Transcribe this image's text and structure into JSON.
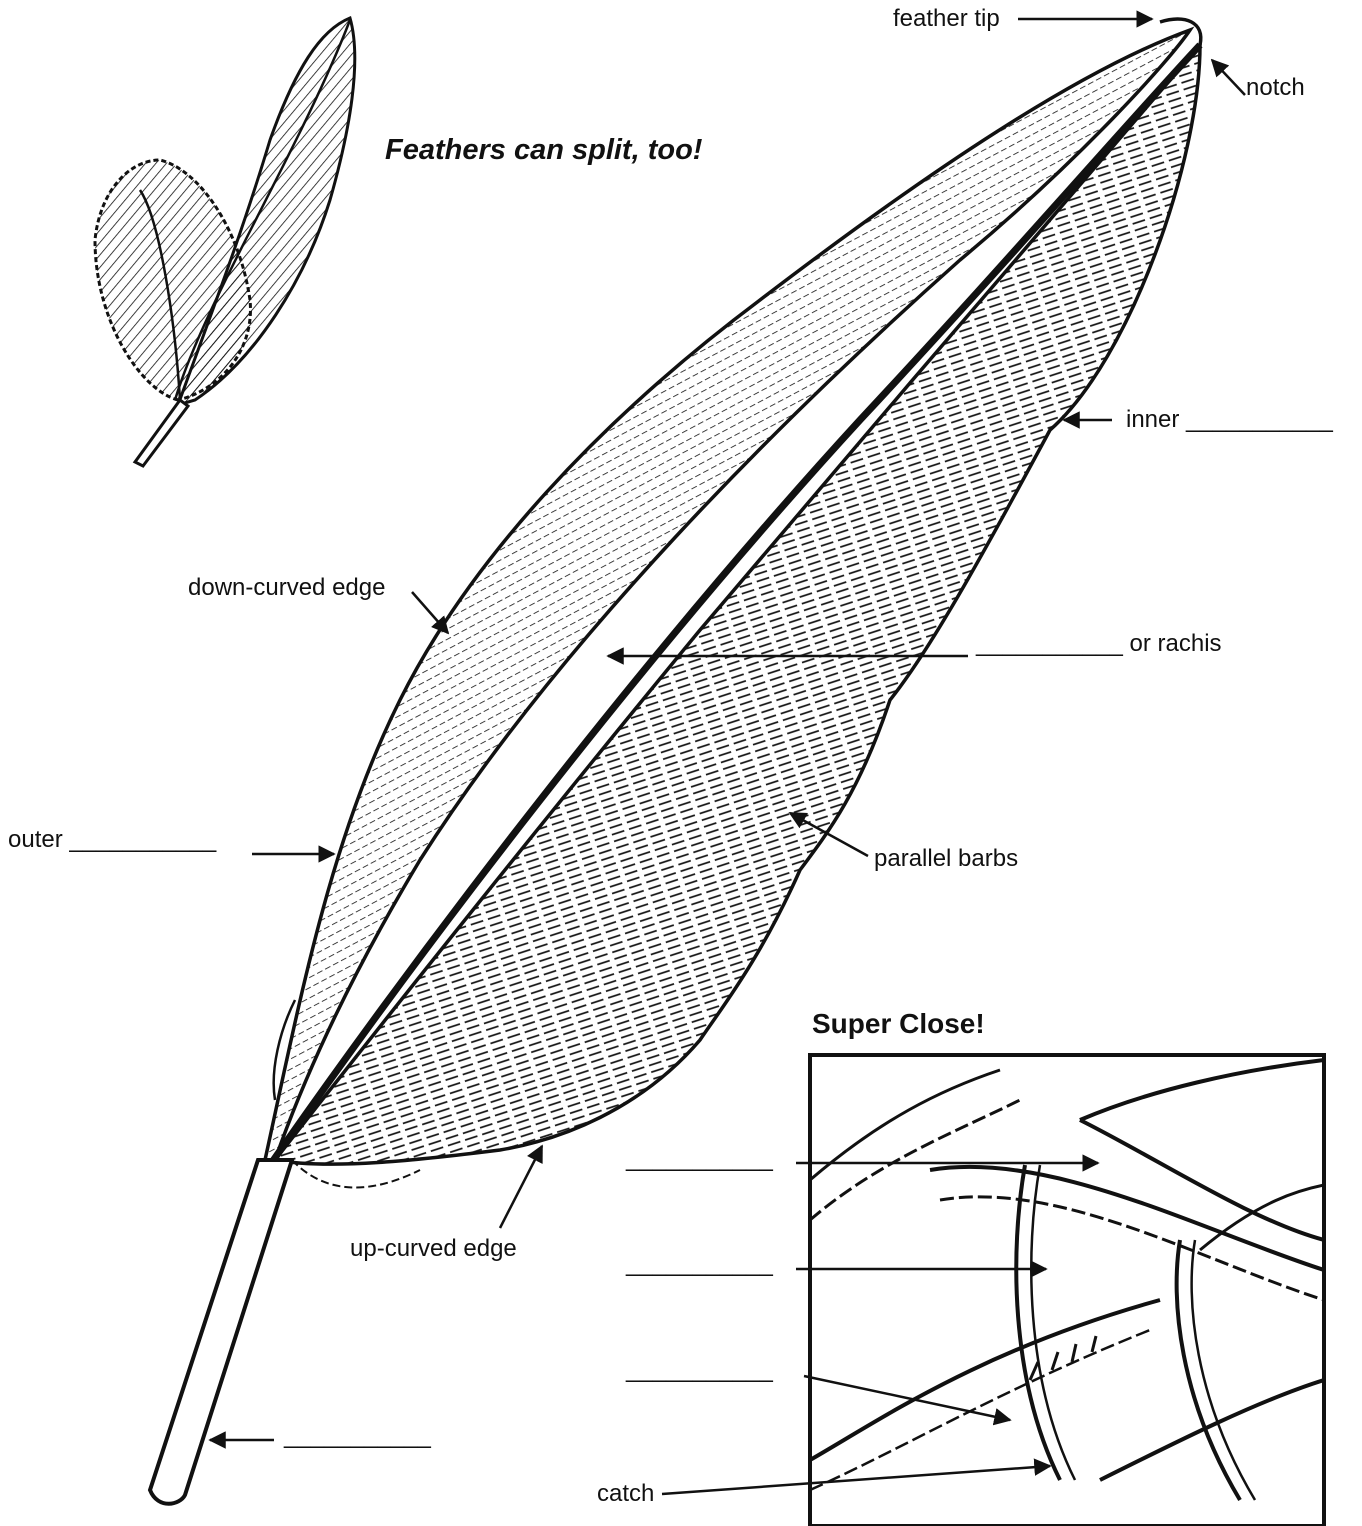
{
  "titles": {
    "split": "Feathers can split, too!",
    "close": "Super Close!"
  },
  "labels": {
    "feather_tip": "feather tip",
    "notch": "notch",
    "inner": "inner ___________",
    "rachis": "___________ or rachis",
    "down_curved_edge": "down-curved edge",
    "outer": "outer ___________",
    "parallel_barbs": "parallel barbs",
    "up_curved_edge": "up-curved edge",
    "quill_blank": "___________",
    "closeup_blank_1": "___________",
    "closeup_blank_2": "___________",
    "closeup_blank_3": "___________",
    "catch": "catch"
  },
  "colors": {
    "ink": "#111111",
    "paper": "#ffffff"
  }
}
